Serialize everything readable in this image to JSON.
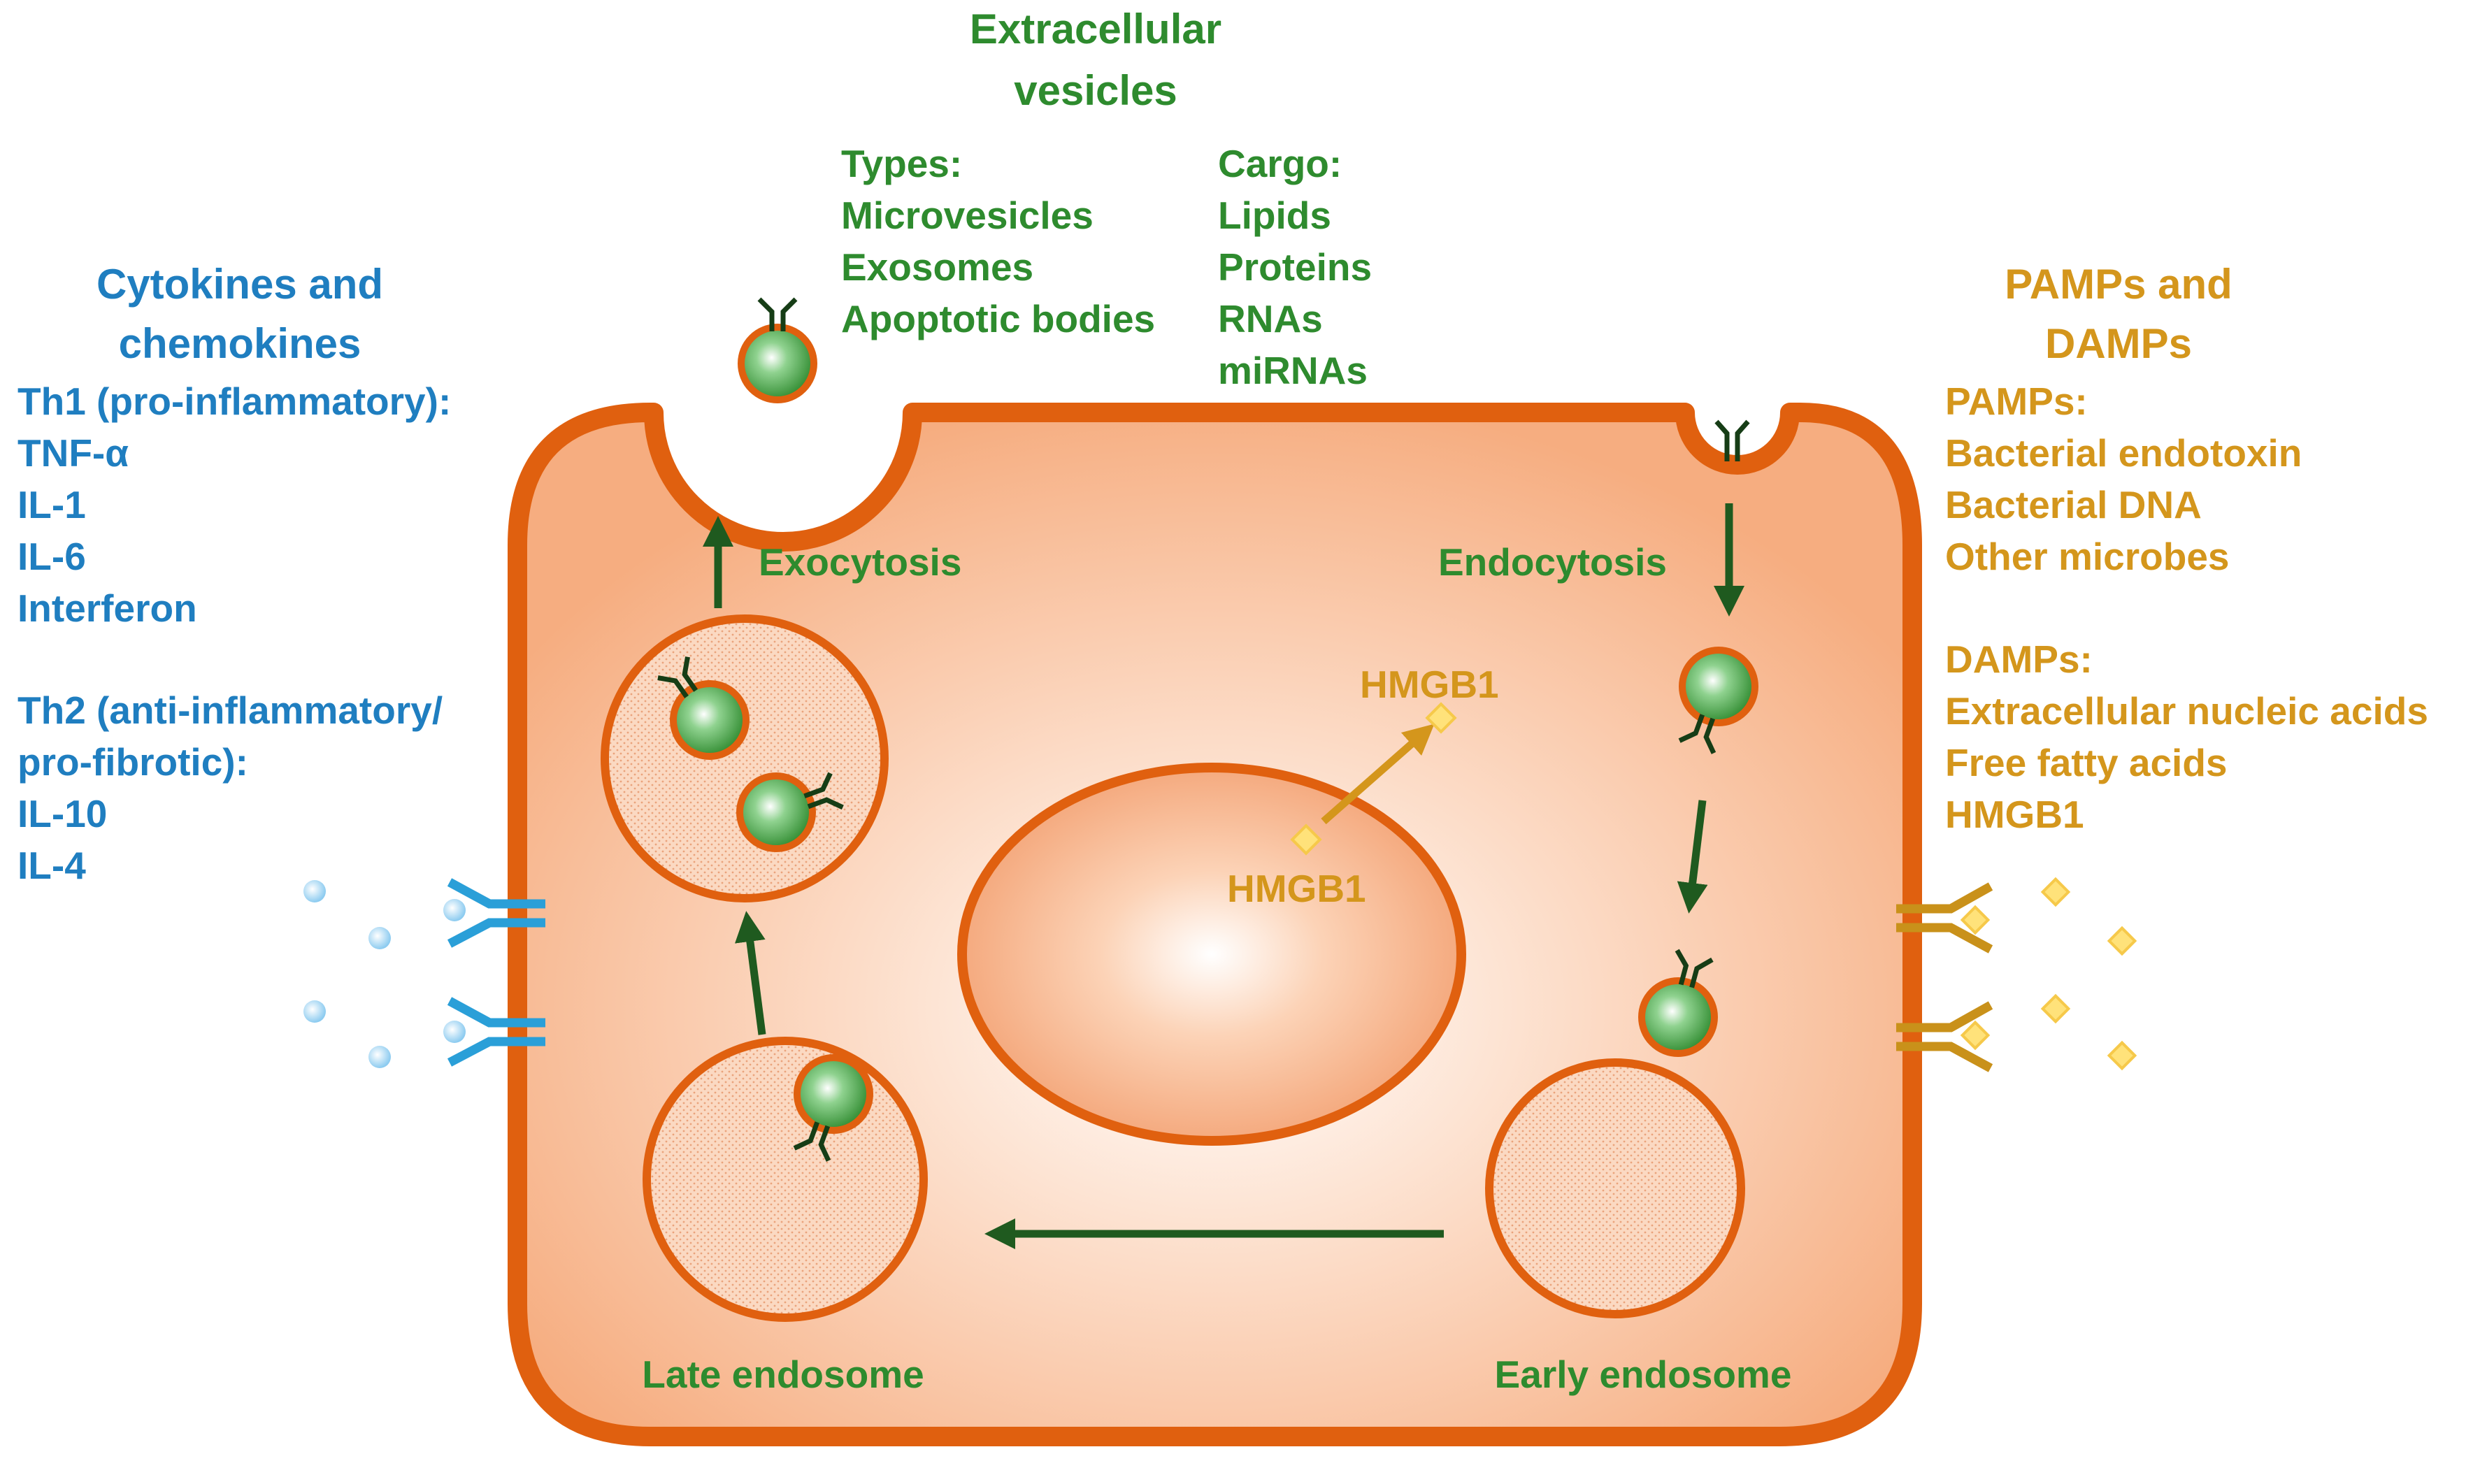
{
  "extracellular_vesicles": {
    "title_line1": "Extracellular",
    "title_line2": "vesicles",
    "types_header": "Types:",
    "types": [
      "Microvesicles",
      "Exosomes",
      "Apoptotic bodies"
    ],
    "cargo_header": "Cargo:",
    "cargo": [
      "Lipids",
      "Proteins",
      "RNAs",
      "miRNAs"
    ]
  },
  "cytokines": {
    "title_line1": "Cytokines and",
    "title_line2": "chemokines",
    "th1_header": "Th1 (pro-inflammatory):",
    "th1_items": [
      "TNF-α",
      "IL-1",
      "IL-6",
      "Interferon"
    ],
    "th2_header_line1": "Th2 (anti-inflammatory/",
    "th2_header_line2": "pro-fibrotic):",
    "th2_items": [
      "IL-10",
      "IL-4"
    ]
  },
  "pamps_damps": {
    "title_line1": "PAMPs and",
    "title_line2": "DAMPs",
    "pamps_header": "PAMPs:",
    "pamps_items": [
      "Bacterial endotoxin",
      "Bacterial DNA",
      "Other microbes"
    ],
    "damps_header": "DAMPs:",
    "damps_items": [
      "Extracellular nucleic acids",
      "Free fatty acids",
      "HMGB1"
    ]
  },
  "cell_labels": {
    "exocytosis": "Exocytosis",
    "endocytosis": "Endocytosis",
    "hmgb1_outer": "HMGB1",
    "hmgb1_inner": "HMGB1",
    "late_endosome": "Late endosome",
    "early_endosome": "Early endosome"
  },
  "colors": {
    "membrane": "#e0600f",
    "cytoplasm": "#f7b88f",
    "vesicle_green": "#3f9a3f",
    "arrow_dark_green": "#1f5a1f",
    "text_green": "#2e8b2e",
    "text_blue": "#1f7ec0",
    "text_gold": "#d4961c",
    "receptor_blue": "#2a9fd8",
    "receptor_gold": "#c9911a",
    "damp_diamond": "#ffe27a",
    "cytokine_ball": "#a8d8f5"
  }
}
